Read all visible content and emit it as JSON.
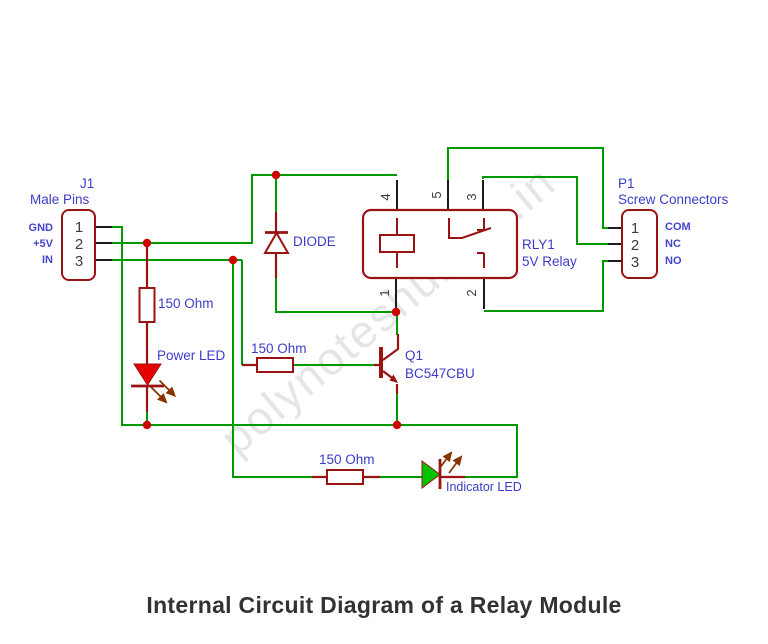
{
  "title": "Internal Circuit Diagram of a Relay Module",
  "watermark": "polynoteshub.co.in",
  "colors": {
    "wire": "#009a00",
    "component": "#9a1313",
    "junction": "#cf0000",
    "pin_stub": "#1c1c1c",
    "label_blue": "#3c3cc8",
    "led_red": "#e60000",
    "led_green": "#00c400",
    "arrow": "#8a3300",
    "title_text": "#323232"
  },
  "j1": {
    "ref": "J1",
    "value": "Male Pins",
    "pins": [
      {
        "num": "1",
        "signal": "GND"
      },
      {
        "num": "2",
        "signal": "+5V"
      },
      {
        "num": "3",
        "signal": "IN"
      }
    ]
  },
  "p1": {
    "ref": "P1",
    "value": "Screw Connectors",
    "pins": [
      {
        "num": "1",
        "signal": "COM"
      },
      {
        "num": "2",
        "signal": "NC"
      },
      {
        "num": "3",
        "signal": "NO"
      }
    ]
  },
  "relay": {
    "ref": "RLY1",
    "value": "5V Relay",
    "pins": [
      "4",
      "5",
      "3",
      "1",
      "2"
    ]
  },
  "diode": {
    "label": "DIODE"
  },
  "q1": {
    "ref": "Q1",
    "value": "BC547CBU"
  },
  "resistors": {
    "power": "150 Ohm",
    "base": "150 Ohm",
    "indicator": "150 Ohm"
  },
  "leds": {
    "power": "Power LED",
    "indicator": "Indicator LED"
  }
}
